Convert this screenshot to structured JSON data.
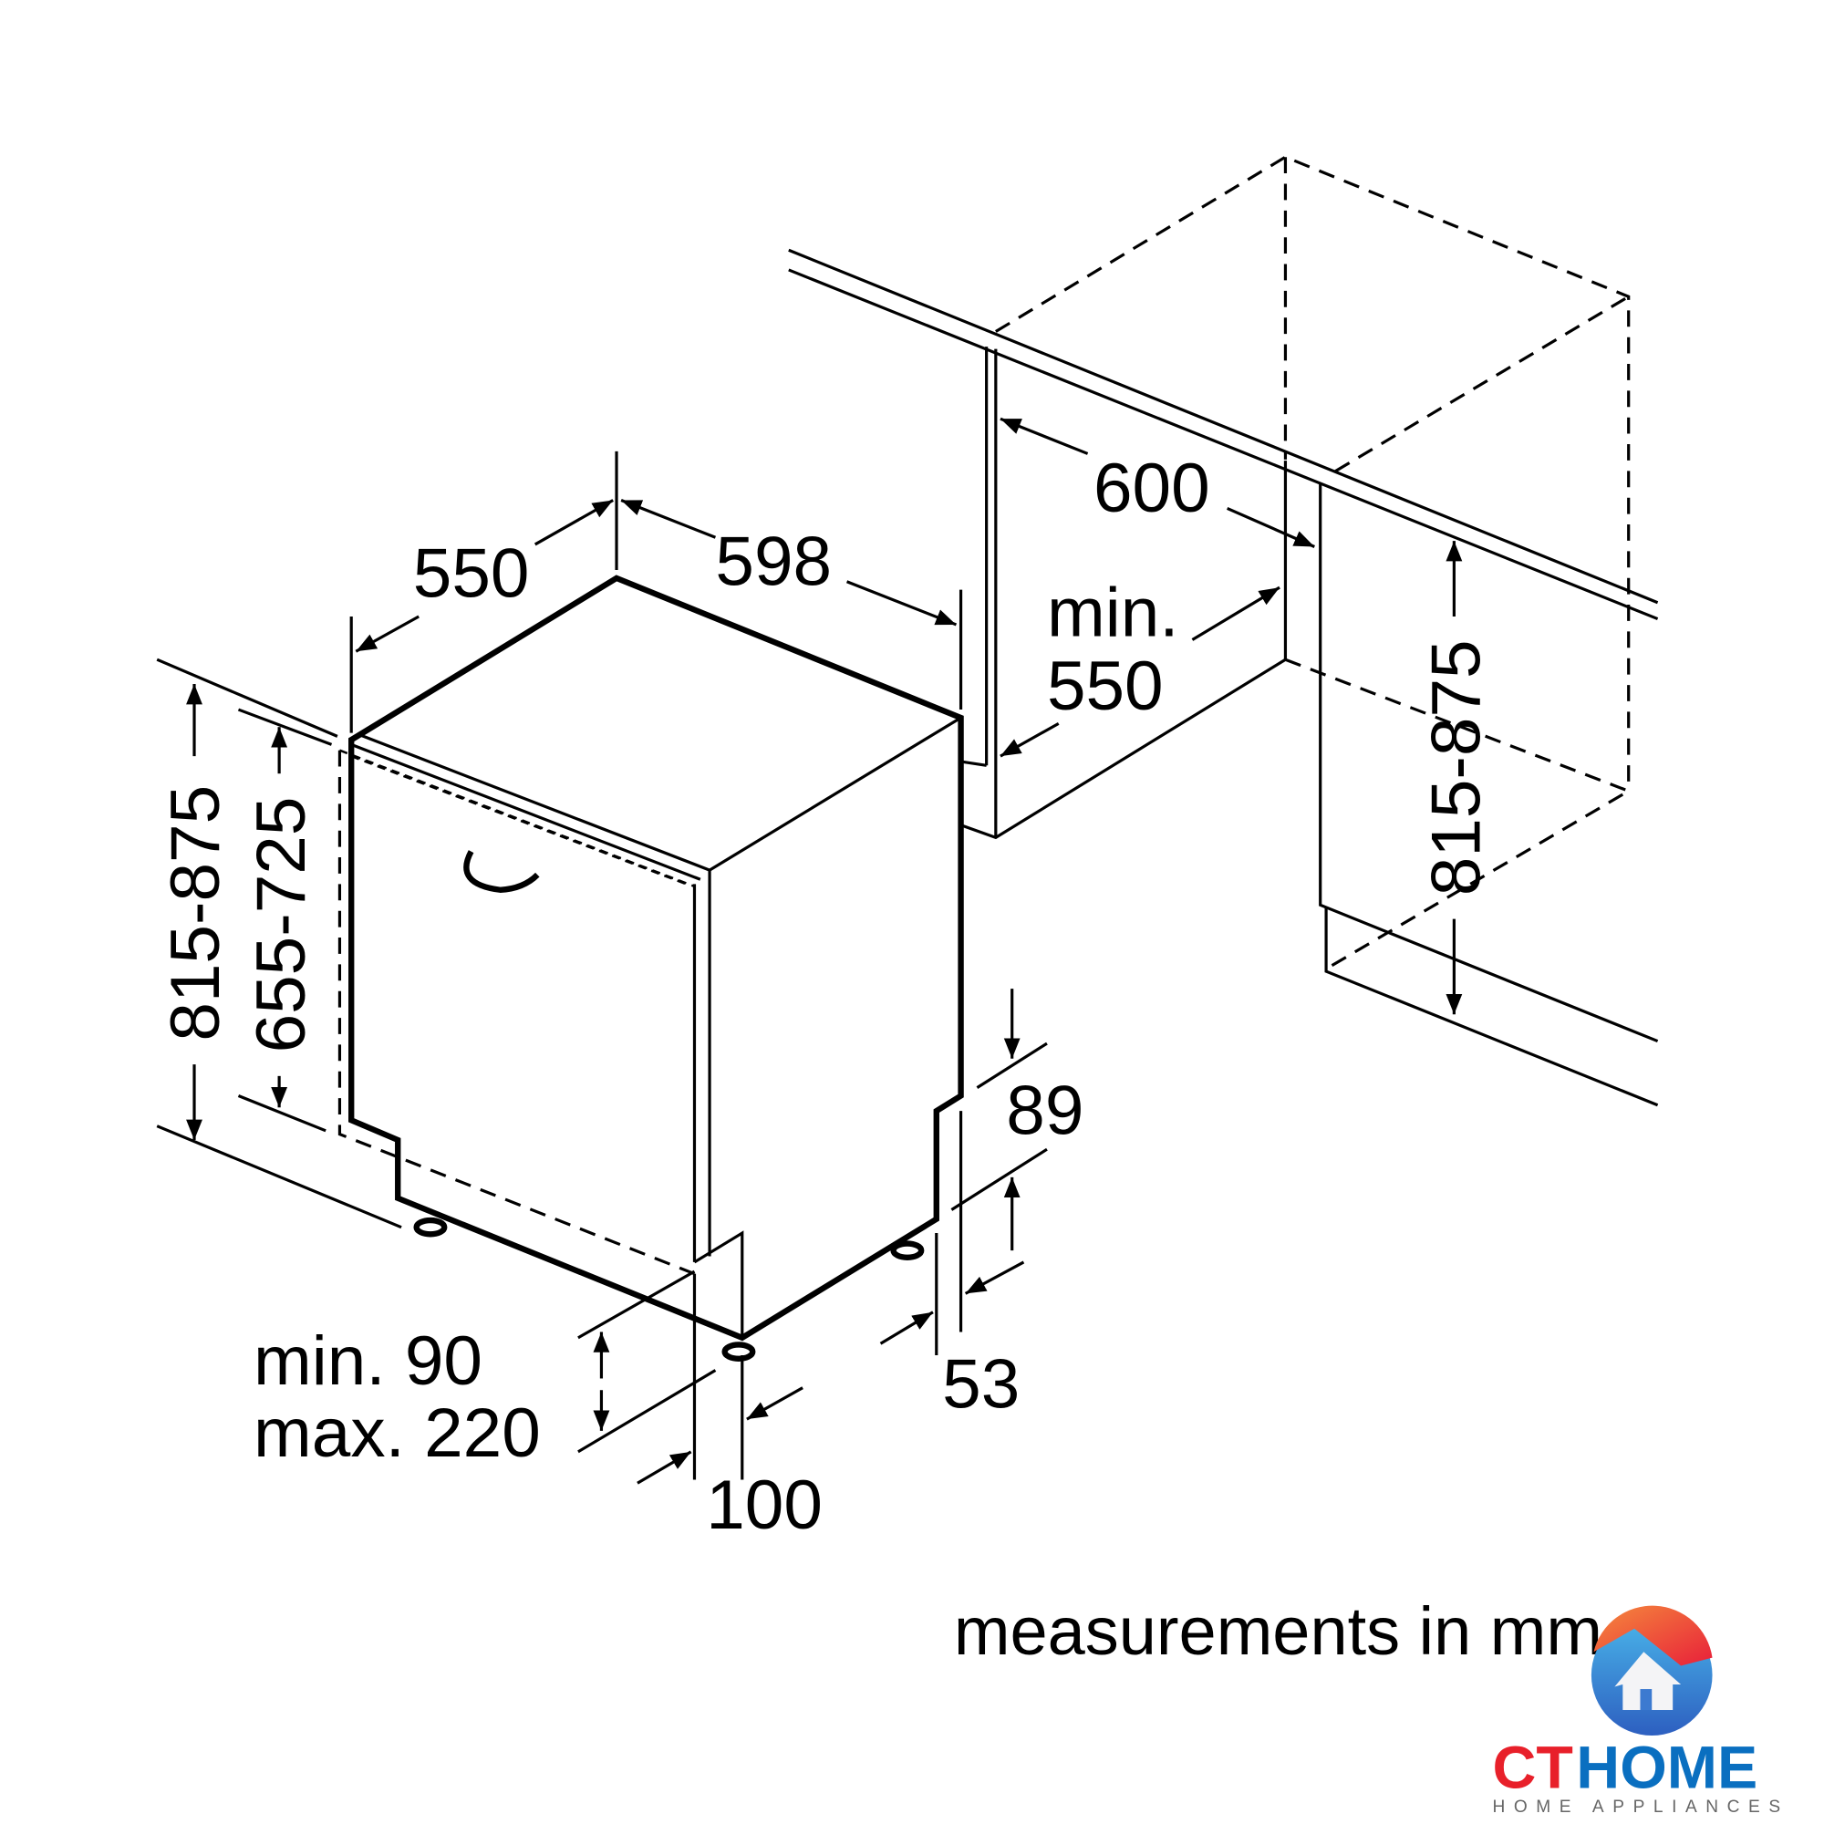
{
  "dimensions": {
    "depth": "550",
    "width": "598",
    "niche_width": "600",
    "niche_depth_line1": "min.",
    "niche_depth_line2": "550",
    "height_left": "815-875",
    "height_body": "655-725",
    "niche_height": "815-875",
    "plinth_height": "89",
    "plinth_setback": "53",
    "plinth_range_line1": "min. 90",
    "plinth_range_line2": "max. 220",
    "plinth_depth": "100"
  },
  "footer": {
    "units_note": "measurements in mm"
  },
  "logo": {
    "brand_part1": "CT",
    "brand_part2": "HOME",
    "tagline": "HOME APPLIANCES",
    "color_red": "#e8202a",
    "color_blue": "#0a6fc0"
  }
}
